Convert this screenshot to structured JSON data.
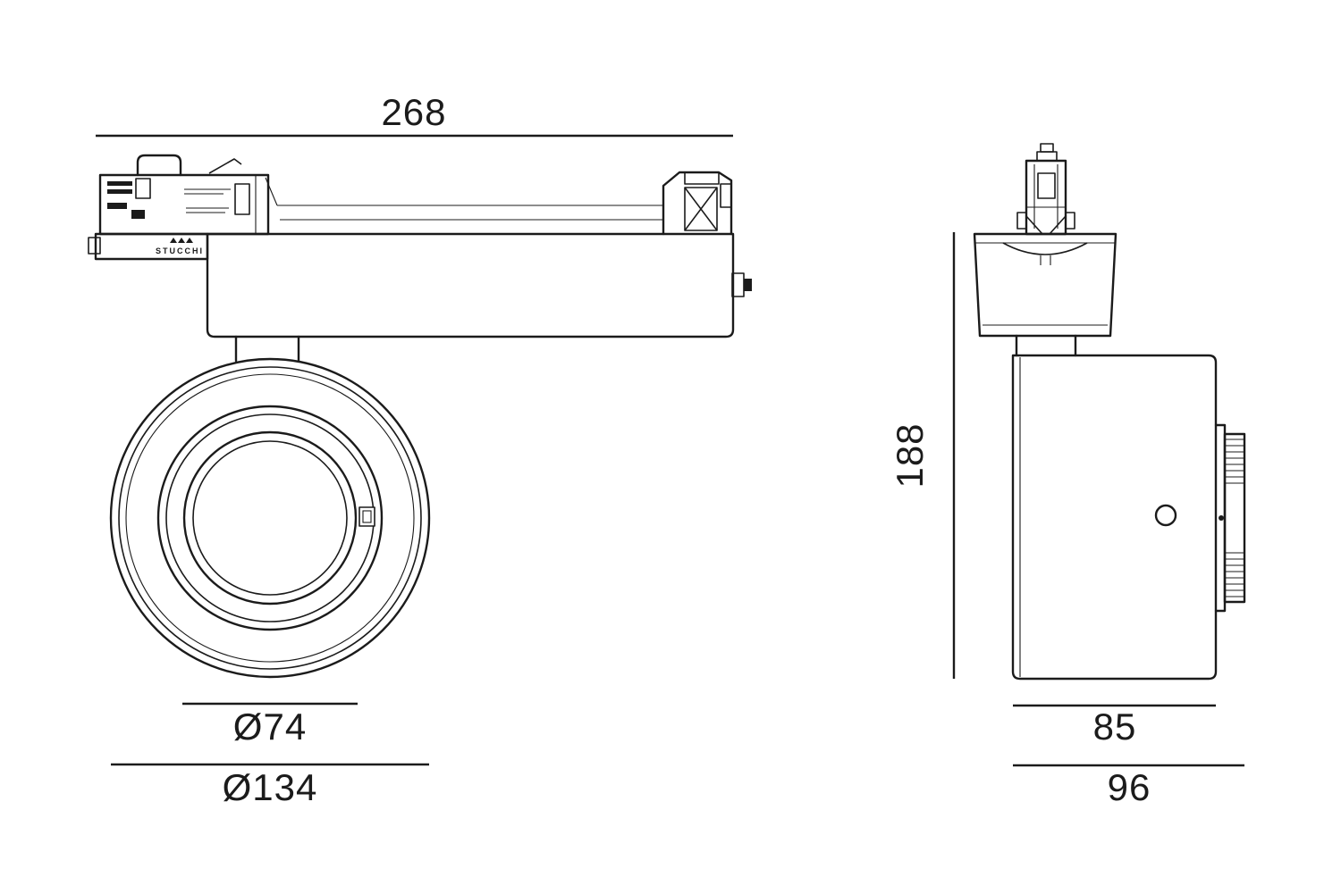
{
  "drawing": {
    "name": "track-spotlight-dimension-drawing",
    "brand_text": "STUCCHI",
    "dim_labels": {
      "overall_length": "268",
      "overall_height": "188",
      "inner_diameter": "Ø74",
      "outer_diameter": "Ø134",
      "body_depth": "85",
      "overall_depth": "96"
    }
  }
}
